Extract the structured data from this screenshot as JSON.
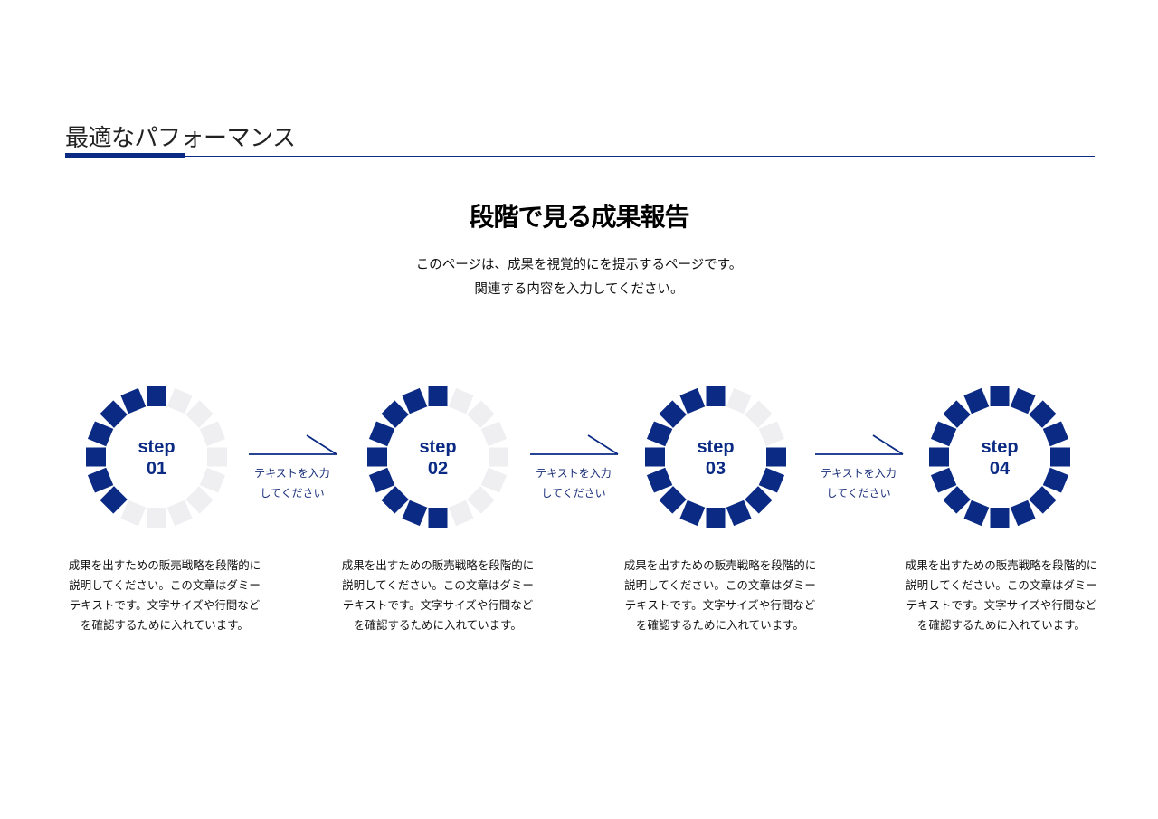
{
  "header": {
    "title": "最適なパフォーマンス",
    "accent_color": "#0a2a84"
  },
  "main": {
    "title": "段階で見る成果報告",
    "subtitle_line1": "このページは、成果を視覚的にを提示するページです。",
    "subtitle_line2": "関連する内容を入力してください。"
  },
  "colors": {
    "filled": "#0a2a84",
    "empty": "#efeff2"
  },
  "steps": [
    {
      "label_top": "step",
      "label_num": "01",
      "segments_total": 16,
      "segments_filled": 7,
      "desc_line1": "成果を出すための販売戦略を段階的に",
      "desc_line2": "説明してください。この文章はダミー",
      "desc_line3": "テキストです。文字サイズや行間など",
      "desc_line4": "を確認するために入れています。"
    },
    {
      "label_top": "step",
      "label_num": "02",
      "segments_total": 16,
      "segments_filled": 9,
      "desc_line1": "成果を出すための販売戦略を段階的に",
      "desc_line2": "説明してください。この文章はダミー",
      "desc_line3": "テキストです。文字サイズや行間など",
      "desc_line4": "を確認するために入れています。"
    },
    {
      "label_top": "step",
      "label_num": "03",
      "segments_total": 16,
      "segments_filled": 13,
      "desc_line1": "成果を出すための販売戦略を段階的に",
      "desc_line2": "説明してください。この文章はダミー",
      "desc_line3": "テキストです。文字サイズや行間など",
      "desc_line4": "を確認するために入れています。"
    },
    {
      "label_top": "step",
      "label_num": "04",
      "segments_total": 16,
      "segments_filled": 16,
      "desc_line1": "成果を出すための販売戦略を段階的に",
      "desc_line2": "説明してください。この文章はダミー",
      "desc_line3": "テキストです。文字サイズや行間など",
      "desc_line4": "を確認するために入れています。"
    }
  ],
  "connectors": [
    {
      "icon": "arrow-right-icon",
      "line1": "テキストを入力",
      "line2": "してください"
    },
    {
      "icon": "arrow-right-icon",
      "line1": "テキストを入力",
      "line2": "してください"
    },
    {
      "icon": "arrow-right-icon",
      "line1": "テキストを入力",
      "line2": "してください"
    }
  ]
}
